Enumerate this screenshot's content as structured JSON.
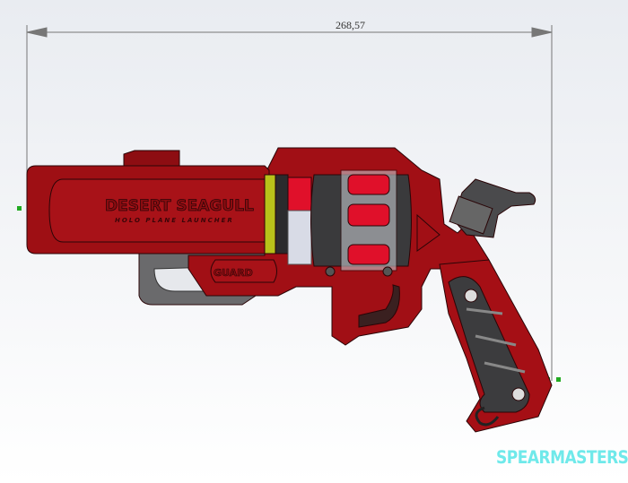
{
  "dimension": {
    "value": "268,57"
  },
  "model": {
    "title": "DESERT SEAGULL",
    "subtitle": "HOLO PLANE LAUNCHER",
    "guard_label": "GUARD"
  },
  "watermark": {
    "brand": "SPEARMASTERS"
  },
  "colors": {
    "body": "#9e0f14",
    "dark": "#3a3a3c",
    "accent": "#e0102a",
    "yellow": "#b8c21a",
    "watermark": "#6fe9ea"
  }
}
